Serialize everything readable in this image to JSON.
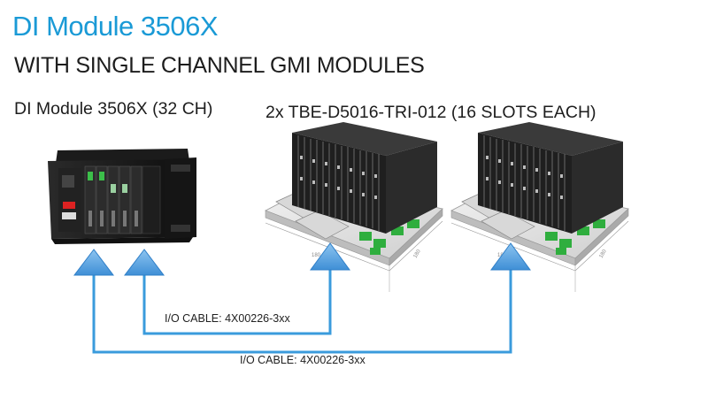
{
  "title": "DI Module 3506X",
  "subtitle": "WITH SINGLE CHANNEL GMI MODULES",
  "labels": {
    "di_module": "DI Module 3506X (32 CH)",
    "tbe": "2x TBE-D5016-TRI-012 (16 SLOTS EACH)"
  },
  "cables": [
    {
      "label": "I/O CABLE: 4X00226-3xx"
    },
    {
      "label": "I/O CABLE: 4X00226-3xx"
    }
  ],
  "board_dims": {
    "width": "180",
    "height": "180"
  },
  "colors": {
    "title": "#1a9ad6",
    "cable": "#3a9bdc",
    "arrow": "#4a96d8"
  }
}
